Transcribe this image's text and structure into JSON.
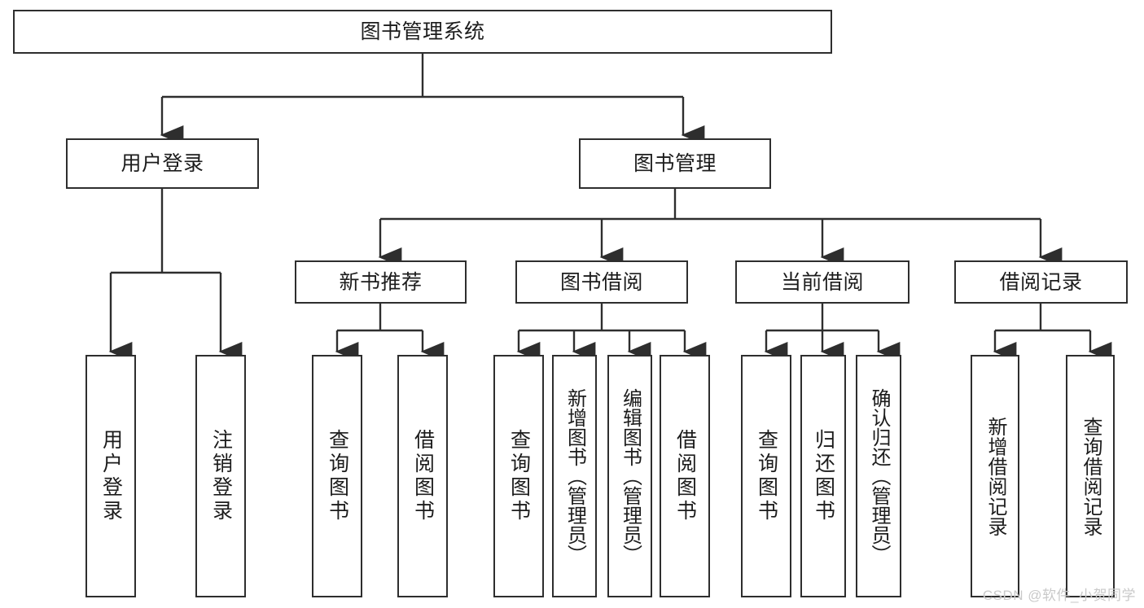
{
  "diagram": {
    "type": "hierarchy-tree",
    "title": "图书管理系统",
    "orientation": "top-down",
    "edge_style": "orthogonal-with-arrowheads",
    "colors": {
      "box_border": "#2e2e2e",
      "box_fill": "#ffffff",
      "text": "#1c1c1c",
      "edge": "#2e2e2e",
      "background": "#ffffff",
      "watermark": "#c9c9c9"
    }
  },
  "nodes": {
    "root": {
      "label": "图书管理系统",
      "level": 1
    },
    "level2": [
      {
        "id": "user-login",
        "label": "用户登录"
      },
      {
        "id": "book-management",
        "label": "图书管理"
      }
    ],
    "level3": [
      {
        "id": "new-book-recommend",
        "label": "新书推荐",
        "parent": "book-management"
      },
      {
        "id": "book-borrow",
        "label": "图书借阅",
        "parent": "book-management"
      },
      {
        "id": "current-borrow",
        "label": "当前借阅",
        "parent": "book-management"
      },
      {
        "id": "borrow-record",
        "label": "借阅记录",
        "parent": "book-management"
      }
    ],
    "leaves": [
      {
        "id": "leaf-user-login",
        "label": "用户登录",
        "parent": "user-login"
      },
      {
        "id": "leaf-user-logout",
        "label": "注销登录",
        "parent": "user-login"
      },
      {
        "id": "leaf-query-book-1",
        "label": "查询图书",
        "parent": "new-book-recommend"
      },
      {
        "id": "leaf-borrow-book-1",
        "label": "借阅图书",
        "parent": "new-book-recommend"
      },
      {
        "id": "leaf-query-book-2",
        "label": "查询图书",
        "parent": "book-borrow"
      },
      {
        "id": "leaf-add-book",
        "label": "新增图书（管理员）",
        "parent": "book-borrow"
      },
      {
        "id": "leaf-edit-book",
        "label": "编辑图书（管理员）",
        "parent": "book-borrow"
      },
      {
        "id": "leaf-borrow-book-2",
        "label": "借阅图书",
        "parent": "book-borrow"
      },
      {
        "id": "leaf-query-book-3",
        "label": "查询图书",
        "parent": "current-borrow"
      },
      {
        "id": "leaf-return-book",
        "label": "归还图书",
        "parent": "current-borrow"
      },
      {
        "id": "leaf-confirm-return",
        "label": "确认归还（管理员）",
        "parent": "current-borrow"
      },
      {
        "id": "leaf-add-record",
        "label": "新增借阅记录",
        "parent": "borrow-record"
      },
      {
        "id": "leaf-query-record",
        "label": "查询借阅记录",
        "parent": "borrow-record"
      }
    ]
  },
  "watermark": {
    "text": "CSDN @软件_小贺同学"
  }
}
